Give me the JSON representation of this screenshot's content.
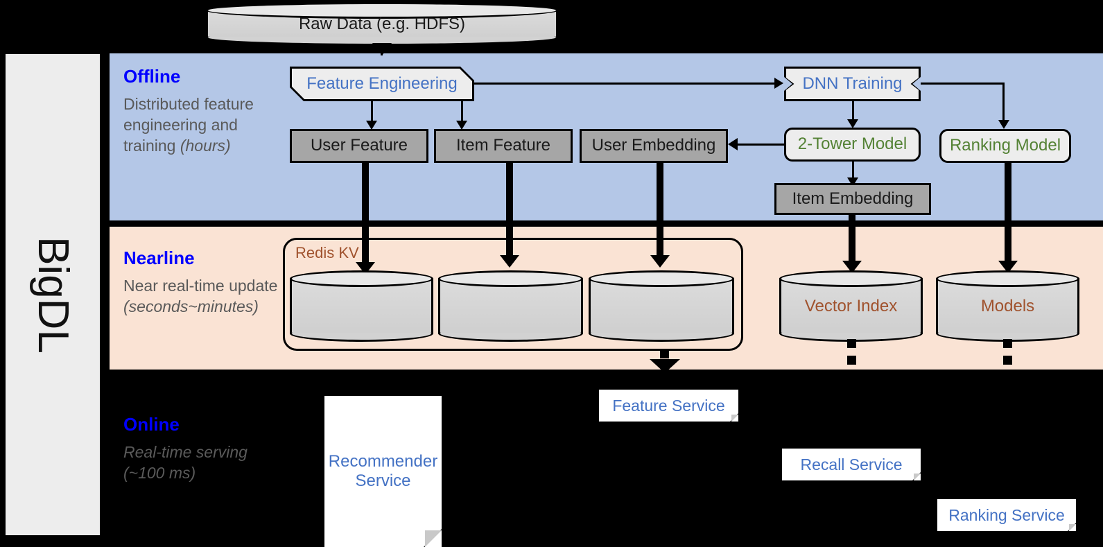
{
  "platform": {
    "name": "BigDL"
  },
  "source": {
    "label": "Raw Data (e.g. HDFS)"
  },
  "bands": {
    "offline": {
      "title": "Offline",
      "desc_main": "Distributed feature engineering and training ",
      "desc_em": "(hours)"
    },
    "nearline": {
      "title": "Nearline",
      "desc_main": "Near real-time update ",
      "desc_em": "(seconds~minutes)"
    },
    "online": {
      "title": "Online",
      "desc_main": "Real-time serving ",
      "desc_em": "(~100 ms)"
    }
  },
  "offline_nodes": {
    "feature_engineering": "Feature Engineering",
    "dnn_training": "DNN Training",
    "user_feature": "User Feature",
    "item_feature": "Item Feature",
    "user_embedding": "User Embedding",
    "two_tower_model": "2-Tower Model",
    "ranking_model": "Ranking Model",
    "item_embedding": "Item Embedding"
  },
  "nearline_nodes": {
    "redis_kv": "Redis KV",
    "store_user_feature": "",
    "store_item_feature": "",
    "store_user_embedding": "",
    "vector_index": "Vector Index",
    "models": "Models"
  },
  "online_nodes": {
    "recommender_service": "Recommender Service",
    "feature_service": "Feature Service",
    "recall_service": "Recall Service",
    "ranking_service": "Ranking Service"
  },
  "colors": {
    "offline_band": "#b4c7e7",
    "nearline_band": "#fae3d4",
    "online_band": "#000000",
    "band_title": "#0000ff",
    "band_desc": "#595959",
    "process_text": "#4472c4",
    "model_text": "#548235",
    "store_text": "#a0522d",
    "data_box_fill": "#a6a6a6",
    "light_box_fill": "#ededed",
    "sidebar_fill": "#ededed"
  }
}
